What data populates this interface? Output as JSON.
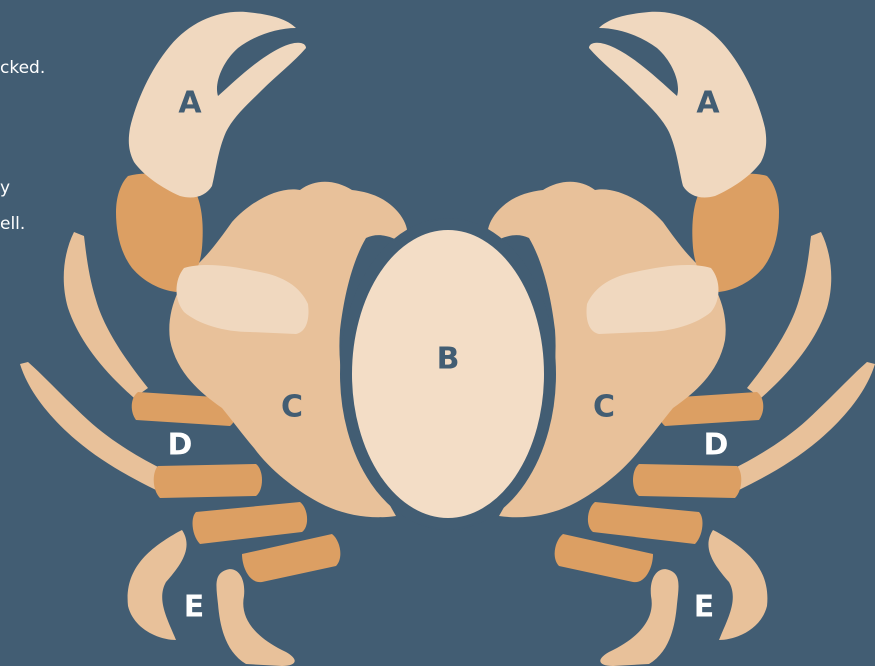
{
  "colors": {
    "background": "#425d73",
    "claw": "#f0d8bf",
    "arm_joint": "#dc9f63",
    "shell": "#e8c19a",
    "belly": "#f3ddc6",
    "leg": "#e8c19a",
    "leg_segment": "#dc9f63",
    "label_dark": "#425d73",
    "label_light": "#ffffff"
  },
  "side_text": {
    "line1": "cked.",
    "line2": "y",
    "line3": "ell."
  },
  "labels": {
    "claw": "A",
    "belly": "B",
    "shell": "C",
    "leg_joints": "D",
    "legs": "E"
  }
}
